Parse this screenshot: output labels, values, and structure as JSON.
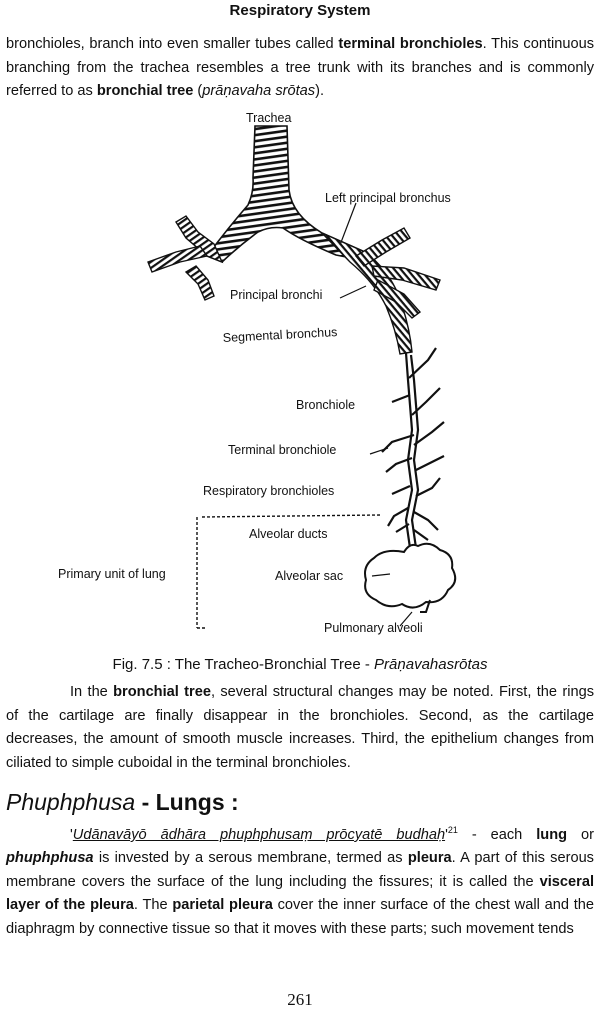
{
  "header": "Respiratory System",
  "intro": {
    "t1": "bronchioles, branch into even smaller tubes called ",
    "b1": "terminal bronchioles",
    "t2": ". This continuous branching from the trachea resembles a tree trunk with its branches and is commonly referred to as ",
    "b2": "bronchial tree",
    "t3": " (",
    "i1": "prāṇavaha srōtas",
    "t4": ")."
  },
  "diagram": {
    "labels": {
      "trachea": "Trachea",
      "left_principal": "Left principal bronchus",
      "principal": "Principal bronchi",
      "segmental": "Segmental bronchus",
      "bronchiole": "Bronchiole",
      "terminal": "Terminal bronchiole",
      "respiratory": "Respiratory bronchioles",
      "ducts": "Alveolar ducts",
      "sac": "Alveolar sac",
      "alveoli": "Pulmonary alveoli",
      "primary_unit": "Primary unit of lung"
    }
  },
  "caption": {
    "prefix": "Fig. 7.5 : The Tracheo-Bronchial Tree - ",
    "italic": "Prāṇavahasrōtas"
  },
  "para2": {
    "t1": "In the ",
    "b1": "bronchial tree",
    "t2": ", several structural changes may be noted. First, the rings of the cartilage are finally disappear in the bronchioles. Second, as the cartilage decreases, the amount of smooth muscle increases. Third, the epithelium changes from ciliated to simple cuboidal in the terminal bronchioles."
  },
  "lungs_heading": {
    "italic": "Phuphphusa",
    "rest": " - Lungs :"
  },
  "para3": {
    "verse_open": "'",
    "verse": "Udānavāyō ādhāra phuphphusaṃ prōcyatē budhaḥ",
    "verse_close": "'",
    "fn": "21",
    "t1": " - each ",
    "b1": "lung",
    "t2": " or ",
    "bi1": "phuphphusa",
    "t3": " is invested by a serous membrane, termed as ",
    "b2": "pleura",
    "t4": ". A part of this serous membrane covers the surface of the lung including the fissures; it is called the ",
    "b3": "visceral layer of the pleura",
    "t5": ". The ",
    "b4": "parietal pleura",
    "t6": " cover the inner surface of the chest wall and the diaphragm by connective tissue so that it moves with these parts; such movement tends"
  },
  "page_number": "261"
}
